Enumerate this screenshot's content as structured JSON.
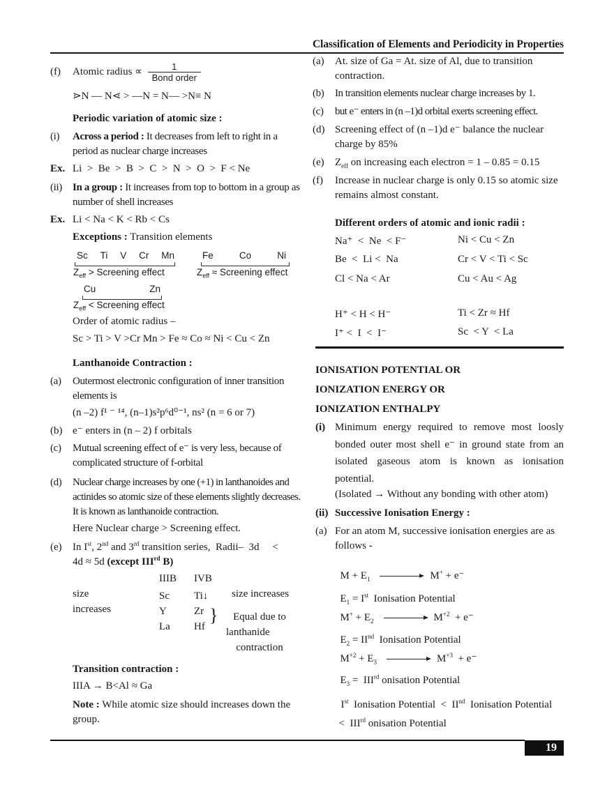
{
  "header": {
    "title": "Classification of Elements and Periodicity in Properties"
  },
  "footer": {
    "page_number": "19"
  },
  "left": {
    "f": {
      "label": "(f)",
      "text": "Atomic radius ∝",
      "frac_num": "1",
      "frac_den": "Bond order"
    },
    "bond_order_line": "⋗N — N⋖ > —N = N— >N≡ N",
    "periodic_heading": "Periodic variation of atomic size :",
    "i": {
      "label": "(i)",
      "bold": "Across a period :",
      "text": " It decreases from left to right in a period as nuclear charge increases"
    },
    "ex1": {
      "label": "Ex.",
      "text": "Li  >  Be  >  B  >  C  >  N  >  O  >  F < Ne"
    },
    "ii": {
      "label": "(ii)",
      "bold": "In a group :",
      "text": " It increases from top to bottom in a group as number of shell increases"
    },
    "ex2": {
      "label": "Ex.",
      "text": "Li < Na < K < Rb < Cs"
    },
    "exceptions": {
      "bold": "Exceptions :",
      "text": " Transition elements"
    },
    "group1": {
      "elements": [
        "Sc",
        "Ti",
        "V",
        "Cr",
        "Mn"
      ],
      "zeff": "Z",
      "zsub": "eff",
      "relation": " >  Screening effect"
    },
    "group2": {
      "elements": [
        "Fe",
        "Co",
        "Ni"
      ],
      "zeff": "Z",
      "zsub": "eff",
      "relation": " ≈ Screening effect"
    },
    "group3": {
      "elements": [
        "Cu",
        "Zn"
      ],
      "zeff": "Z",
      "zsub": "eff",
      "relation": " < Screening effect"
    },
    "order_label": "Order of atomic radius –",
    "order_value": "Sc > Ti > V >Cr Mn > Fe ≈ Co ≈ Ni < Cu < Zn",
    "lanth_heading": "Lanthanoide Contraction :",
    "la": {
      "label": "(a)",
      "text": "Outermost electronic configuration of inner transition elements is"
    },
    "la_config": "(n –2) f¹ ⁻ ¹⁴, (n–1)s²p⁶d⁰⁻¹, ns² (n = 6 or 7)",
    "lb": {
      "label": "(b)",
      "text": "e⁻ enters in (n – 2) f orbitals"
    },
    "lc": {
      "label": "(c)",
      "text": "Mutual screening effect of e⁻ is very less, because of complicated structure of f-orbital"
    },
    "ld": {
      "label": "(d)",
      "text": "Nuclear charge increases by one (+1) in lanthanoides and actinides so atomic size of these elements slightly decreases. It is known as lanthanoide contraction."
    },
    "ld_extra": "Here Nuclear charge > Screening effect.",
    "le": {
      "label": "(e)",
      "text1": "In I",
      "sup1": "st",
      "text2": ", 2",
      "sup2": "nd",
      "text3": " and 3",
      "sup3": "rd",
      "text4": " transition series,  Radii–  3d     <",
      "line2": "4d ≈ 5d ",
      "bold": "(except III",
      "bold_sup": "rd",
      "bold_end": " B)"
    },
    "table": {
      "col1_header": "IIIB",
      "col2_header": "IVB",
      "left_label_1": "size",
      "left_label_2": "increases",
      "col1": [
        "Sc",
        "Y",
        "La"
      ],
      "col2": [
        "Ti↓",
        "Zr",
        "Hf"
      ],
      "right_label_1": "size increases",
      "brace": "}",
      "right_note": [
        "Equal due to",
        "lanthanide",
        "contraction"
      ]
    },
    "trans_heading": "Transition contraction :",
    "trans_line": "IIIA → B<Al ≈ Ga",
    "note": {
      "bold": "Note :",
      "text": " While atomic size should increases down the group."
    }
  },
  "right": {
    "a": {
      "label": "(a)",
      "text": "At. size of Ga = At. size of Al, due to transition contraction."
    },
    "b": {
      "label": "(b)",
      "text": "In transition elements nuclear charge increases by 1."
    },
    "c": {
      "label": "(c)",
      "text": "but e⁻ enters in (n –1)d orbital exerts screening effect."
    },
    "d": {
      "label": "(d)",
      "text": "Screening effect of (n –1)d e⁻ balance the nuclear charge by 85%"
    },
    "e": {
      "label": "(e)",
      "z": "Z",
      "zsub": "eff",
      "text": " on increasing each electron = 1 – 0.85 = 0.15"
    },
    "f": {
      "label": "(f)",
      "text": "Increase in nuclear charge is only 0.15 so atomic size remains almost constant."
    },
    "orders_heading": "Different orders of atomic and ionic radii :",
    "orders": [
      [
        "Na⁺  <  Ne  < F⁻",
        "Ni < Cu < Zn"
      ],
      [
        "Be  <  Li <  Na",
        "Cr < V < Ti < Sc"
      ],
      [
        "Cl < Na < Ar",
        "Cu < Au < Ag"
      ],
      [
        "H⁺ < H < H⁻",
        "Ti < Zr ≈ Hf"
      ],
      [
        "I⁺ <  I  <  I⁻",
        "Sc  < Y  < La"
      ]
    ],
    "ip_heading": [
      "IONISATION POTENTIAL OR",
      "IONIZATION ENERGY OR",
      "IONIZATION ENTHALPY"
    ],
    "ip_i": {
      "label": "(i)",
      "text": "Minimum energy required to remove most loosly bonded outer most shell e⁻ in ground state from an isolated gaseous atom is known as ionisation potential."
    },
    "ip_isolated": "(Isolated → Without any bonding with other atom)",
    "ip_ii": {
      "label": "(ii)",
      "text": "Successive Ionisation Energy :"
    },
    "ip_a": {
      "label": "(a)",
      "text": "For an atom M, successive ionisation energies are as follows -"
    },
    "eq1": {
      "lhs": "M + E",
      "lhs_sub": "1",
      "rhs": "M",
      "rhs_sup": "+",
      "tail": " + e⁻"
    },
    "def1": {
      "e": "E",
      "sub": "1",
      "text": " = I",
      "sup": "st",
      "rest": "  Ionisation Potential"
    },
    "eq2": {
      "lhs": "M",
      "lhs_sup": "+",
      "lhs2": " + E",
      "lhs_sub": "2",
      "rhs": "M",
      "rhs_sup": "+2",
      "tail": "  + e⁻"
    },
    "def2": {
      "e": "E",
      "sub": "2",
      "text": " = II",
      "sup": "nd",
      "rest": "  Ionisation Potential"
    },
    "eq3": {
      "lhs": "M",
      "lhs_sup": "+2",
      "lhs2": " + E",
      "lhs_sub": "3",
      "rhs": "M",
      "rhs_sup": "+3",
      "tail": "  + e⁻"
    },
    "def3": {
      "e": "E",
      "sub": "3",
      "text": " =  III",
      "sup": "rd",
      "rest": " onisation Potential"
    },
    "summary1": {
      "a": "I",
      "a_sup": "st",
      "a_text": "  Ionisation Potential  <  II",
      "b_sup": "nd",
      "b_text": "  Ionisation Potential"
    },
    "summary2": {
      "text": "<  III",
      "sup": "rd",
      "rest": " onisation Potential"
    }
  }
}
